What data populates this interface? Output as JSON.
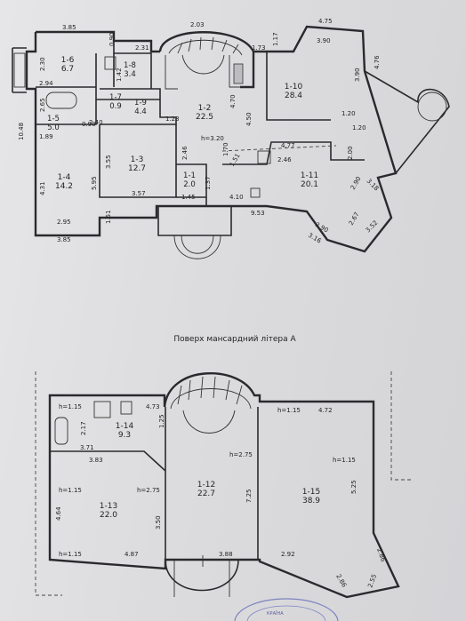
{
  "caption": "Поверх мансардний літера А",
  "upper_rooms": [
    {
      "id": "1-6",
      "area": "6.7"
    },
    {
      "id": "1-8",
      "area": "3.4"
    },
    {
      "id": "1-7",
      "area": "0.9"
    },
    {
      "id": "1-9",
      "area": "4.4"
    },
    {
      "id": "1-5",
      "area": "5.0"
    },
    {
      "id": "1-2",
      "area": "22.5"
    },
    {
      "id": "1-10",
      "area": "28.4"
    },
    {
      "id": "1-3",
      "area": "12.7"
    },
    {
      "id": "1-4",
      "area": "14.2"
    },
    {
      "id": "1-1",
      "area": "2.0"
    },
    {
      "id": "1-11",
      "area": "20.1"
    }
  ],
  "upper_dims": {
    "d385a": "3.85",
    "d090a": "0.90",
    "d203": "2.03",
    "d475": "4.75",
    "d390a": "3.90",
    "d231": "2.31",
    "d173": "1.73",
    "d117": "1.17",
    "d230": "2.30",
    "d142": "1.42",
    "d390b": "3.90",
    "d476": "4.76",
    "d294": "2.94",
    "d265": "2.65",
    "d470": "4.70",
    "d123": "1.23",
    "d120a": "1.20",
    "d120b": "1.20",
    "d450": "4.50",
    "d090b": "0.90",
    "d1048": "10.48",
    "d189": "1.89",
    "d240": "2.40",
    "h320": "h=3.20",
    "d477": "4.77",
    "d170": "1.70",
    "d151a": "1.51",
    "d246a": "2.46",
    "d200": "2.00",
    "d355": "3.55",
    "d246b": "2.46",
    "d318": "3.18",
    "d431": "4.31",
    "d595": "5.95",
    "d357": "3.57",
    "d145": "1.45",
    "d137": "1.37",
    "d410": "4.10",
    "d290a": "2.90",
    "d295": "2.95",
    "d953": "9.53",
    "d290b": "2.90",
    "d151b": "1.51",
    "d267": "2.67",
    "d385b": "3.85",
    "d316": "3.16",
    "d352": "3.52"
  },
  "lower_rooms": [
    {
      "id": "1-14",
      "area": "9.3"
    },
    {
      "id": "1-12",
      "area": "22.7"
    },
    {
      "id": "1-13",
      "area": "22.0"
    },
    {
      "id": "1-15",
      "area": "38.9"
    }
  ],
  "lower_dims": {
    "h115a": "h=1.15",
    "d473": "4.73",
    "h115b": "h=1.15",
    "d472": "4.72",
    "d217": "2.17",
    "d125": "1.25",
    "d371": "3.71",
    "h275a": "h=2.75",
    "h115c": "h=1.15",
    "d383": "3.83",
    "h115d": "h=1.15",
    "h275b": "h=2.75",
    "d725": "7.25",
    "d525": "5.25",
    "d464": "4.64",
    "d350": "3.50",
    "h115e": "h=1.15",
    "d487": "4.87",
    "d388": "3.88",
    "d292": "2.92",
    "d286a": "2.86",
    "d286b": "2.86",
    "d255": "2.55"
  },
  "stamp": "КРАЇНА"
}
